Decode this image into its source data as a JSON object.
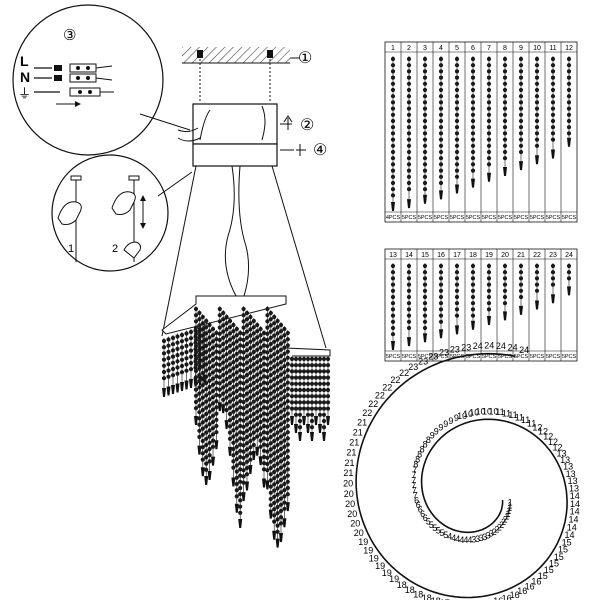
{
  "callouts": {
    "c1": "①",
    "c2": "②",
    "c3": "③",
    "c4": "④"
  },
  "wiring": {
    "live": "L",
    "neutral": "N",
    "ground": "⏚"
  },
  "steps": [
    "1",
    "2"
  ],
  "table_top": {
    "columns": [
      "1",
      "2",
      "3",
      "4",
      "5",
      "6",
      "7",
      "8",
      "9",
      "10",
      "11",
      "12"
    ],
    "counts": [
      "4PCS",
      "5PCS",
      "5PCS",
      "5PCS",
      "5PCS",
      "5PCS",
      "5PCS",
      "5PCS",
      "5PCS",
      "5PCS",
      "5PCS",
      "5PCS"
    ],
    "strand_lengths": [
      1.0,
      0.98,
      0.95,
      0.92,
      0.88,
      0.84,
      0.8,
      0.76,
      0.72,
      0.68,
      0.64,
      0.56
    ]
  },
  "table_bottom": {
    "columns": [
      "13",
      "14",
      "15",
      "16",
      "17",
      "18",
      "19",
      "20",
      "21",
      "22",
      "23",
      "24"
    ],
    "counts": [
      "5PCS",
      "5PCS",
      "5PCS",
      "5PCS",
      "5PCS",
      "5PCS",
      "5PCS",
      "5PCS",
      "5PCS",
      "5PCS",
      "5PCS",
      "5PCS"
    ],
    "strand_lengths": [
      1.0,
      0.95,
      0.9,
      0.85,
      0.8,
      0.74,
      0.68,
      0.62,
      0.55,
      0.48,
      0.4,
      0.3
    ]
  },
  "spiral_label_sequence": [
    "1",
    "2",
    "3",
    "4",
    "5",
    "6",
    "7",
    "8",
    "9",
    "10",
    "11",
    "12",
    "13",
    "14",
    "15",
    "16",
    "17",
    "18",
    "19",
    "20",
    "21",
    "22",
    "23",
    "24"
  ],
  "colors": {
    "line": "#111111",
    "hatch": "#444444",
    "crystal": "#1a1a1a"
  }
}
